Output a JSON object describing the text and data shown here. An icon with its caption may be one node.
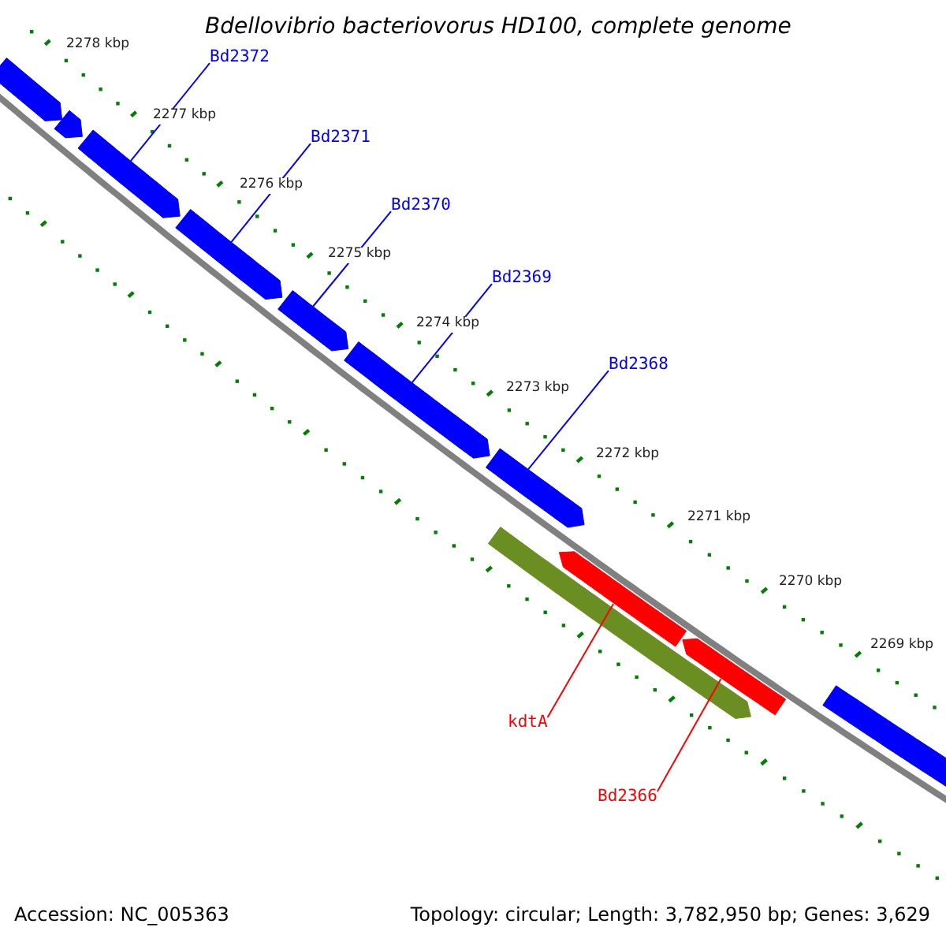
{
  "diagram": {
    "title": "Bdellovibrio bacteriovorus HD100, complete genome",
    "nodes": [
      {
        "text": [
          "Bd2372"
        ]
      },
      {
        "text": [
          "Bd2371"
        ]
      },
      {
        "text": [
          "Bd2370"
        ]
      },
      {
        "text": [
          "Bd2369"
        ]
      },
      {
        "text": [
          "Bd2368"
        ]
      },
      {
        "text": [
          "kdtA"
        ]
      },
      {
        "text": [
          "Bd2366"
        ]
      },
      {
        "text": [],
        "shape": "bar"
      },
      {
        "text": [],
        "shape": "bar"
      },
      {
        "text": [],
        "shape": "bar"
      },
      {
        "text": [],
        "shape": "bar"
      },
      {
        "text": [],
        "shape": "bar"
      },
      {
        "text": [],
        "shape": "bar"
      },
      {
        "text": [],
        "shape": "bar"
      },
      {
        "text": [],
        "shape": "bar"
      },
      {
        "text": [],
        "shape": "bar"
      },
      {
        "text": [],
        "shape": "bar"
      },
      {
        "text": [],
        "shape": "bar"
      }
    ],
    "edges": [
      {
        "from": 0,
        "to": 9,
        "arrow": "none"
      },
      {
        "from": 1,
        "to": 10,
        "arrow": "none"
      },
      {
        "from": 2,
        "to": 11,
        "arrow": "none"
      },
      {
        "from": 3,
        "to": 12,
        "arrow": "none"
      },
      {
        "from": 4,
        "to": 13,
        "arrow": "none"
      },
      {
        "from": 5,
        "to": 14,
        "arrow": "none",
        "color": "#ff0000"
      },
      {
        "from": 6,
        "to": 15,
        "arrow": "none",
        "color": "#ff0000"
      }
    ],
    "labels": [
      "2278 kbp",
      "2277 kbp",
      "2276 kbp",
      "2275 kbp",
      "2274 kbp",
      "2273 kbp",
      "2272 kbp",
      "2271 kbp",
      "2270 kbp",
      "2269 kbp",
      "Accession: NC_005363",
      "Topology: circular; Length: 3,782,950 bp; Genes: 3,629"
    ]
  }
}
